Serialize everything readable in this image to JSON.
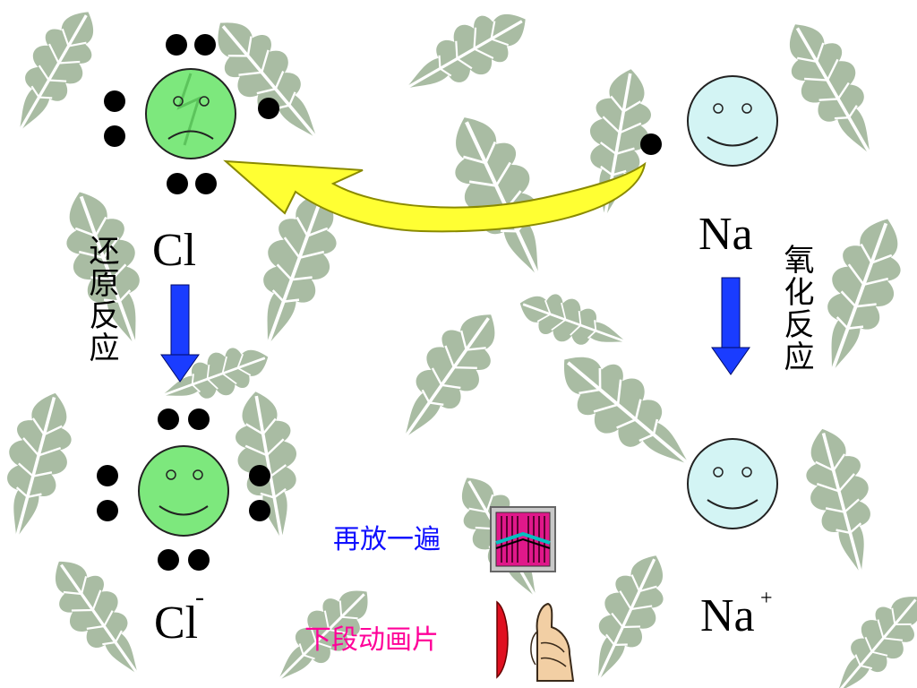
{
  "atoms": {
    "cl_label": "Cl",
    "na_label": "Na",
    "cl_ion_label": "Cl",
    "cl_ion_charge": "-",
    "na_ion_label": "Na",
    "na_ion_charge": "+"
  },
  "reactions": {
    "reduction": "还原反应",
    "oxidation": "氧化反应"
  },
  "controls": {
    "replay": "再放一遍",
    "next": "下段动画片"
  },
  "colors": {
    "chlorine_face": "#7de87d",
    "sodium_face": "#d3f4f4",
    "arrow_blue": "#1a3cff",
    "arrow_yellow": "#ffff33",
    "replay_text": "#1010ff",
    "next_text": "#ff0099",
    "leaf": "#a9bca3"
  }
}
